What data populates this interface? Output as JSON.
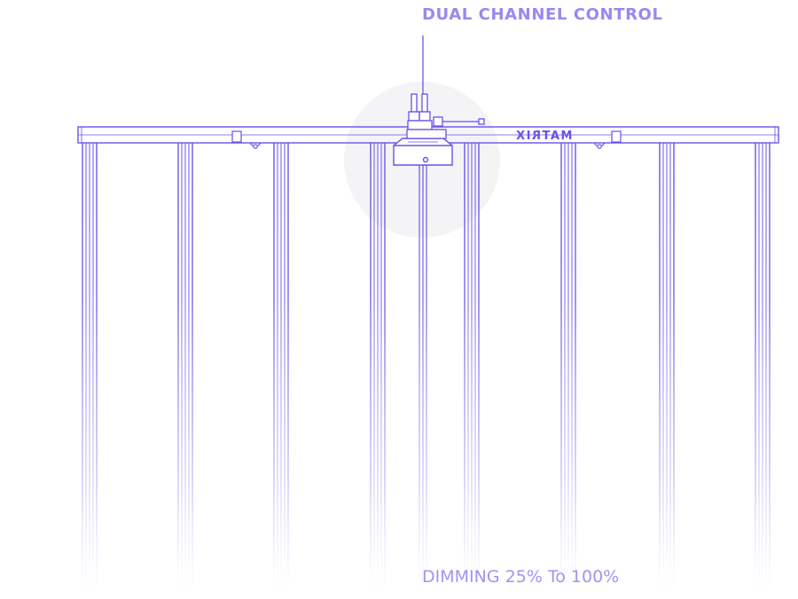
{
  "callout": {
    "title": "DUAL CHANNEL CONTROL"
  },
  "fixture": {
    "brand_text": "MATRIX",
    "bar_count": 8
  },
  "dimming": {
    "label": "DIMMING 25% To 100%"
  },
  "colors": {
    "line": "#6b52e6",
    "text_top": "#9d86f2",
    "text_bottom": "#a493ef",
    "halo": "#f4f4f6"
  }
}
